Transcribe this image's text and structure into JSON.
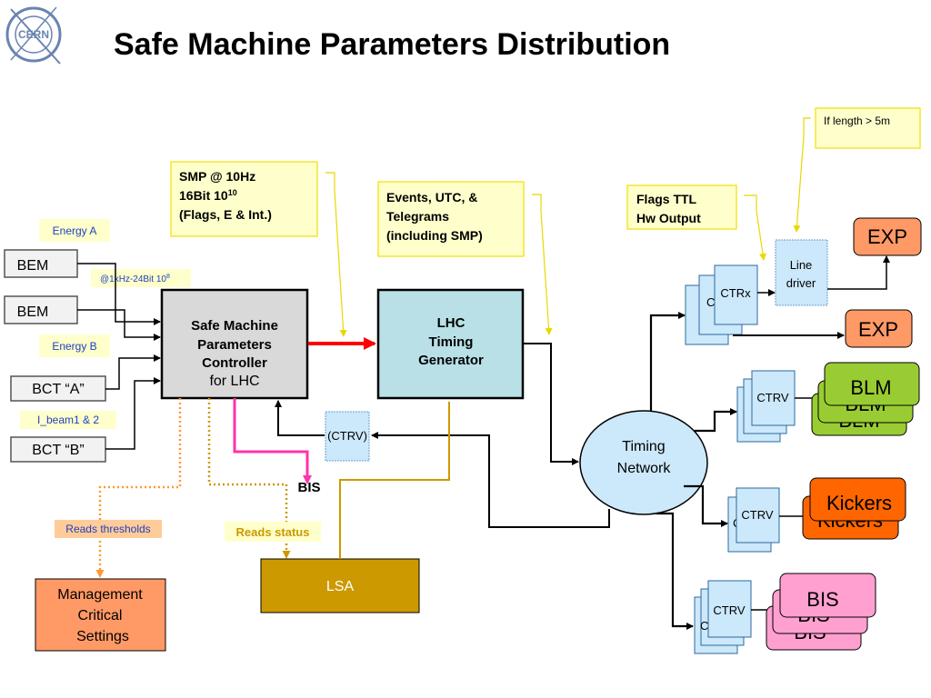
{
  "title": "Safe Machine Parameters Distribution",
  "logo": "CERN",
  "inputs": {
    "energy_a": "Energy A",
    "energy_b": "Energy B",
    "bem1": "BEM",
    "bem2": "BEM",
    "bem_rate": "@1kHz-24Bit 10",
    "bem_rate_exp": "8",
    "bct_a": "BCT “A”",
    "bct_b": "BCT “B”",
    "ibeam": "I_beam1   & 2"
  },
  "smpc": {
    "line1": "Safe Machine",
    "line2": "Parameters",
    "line3": "Controller",
    "line4": "for LHC"
  },
  "smp_note": {
    "line1": "SMP @ 10Hz",
    "line2": "16Bit 10",
    "line2_exp": "10",
    "line3": "(Flags, E & Int.)"
  },
  "events_note": {
    "line1": "Events, UTC, &",
    "line2": "Telegrams",
    "line3": "(including SMP)"
  },
  "flags_note": {
    "line1": "Flags TTL",
    "line2": "Hw Output"
  },
  "length_note": "If length > 5m",
  "ltg": {
    "line1": "LHC",
    "line2": "Timing",
    "line3": "Generator"
  },
  "timing_network": {
    "line1": "Timing",
    "line2": "Network"
  },
  "ctrv_mid": "(CTRV)",
  "bis_label": "BIS",
  "lsa": "LSA",
  "reads_thresholds": "Reads thresholds",
  "reads_status": "Reads status",
  "mcs": {
    "line1": "Management",
    "line2": "Critical",
    "line3": "Settings"
  },
  "line_driver": {
    "line1": "Line",
    "line2": "driver"
  },
  "receivers": {
    "ctrx": "CTRx",
    "ctrv": "CTRV",
    "ghost_c": "C"
  },
  "outputs": {
    "exp1": "EXP",
    "exp2": "EXP",
    "blm": "BLM",
    "kickers": "Kickers",
    "bis": "BIS"
  },
  "colors": {
    "smpc_fill": "#d9d9d9",
    "ltg_fill": "#b8e0e6",
    "note_fill": "#ffffcc",
    "note_border": "#f0e000",
    "ctr_fill": "#cce8fb",
    "exp_fill": "#ff9966",
    "blm_fill": "#99cc33",
    "kickers_fill": "#ff6600",
    "bis_fill": "#ffa0d0",
    "lsa_fill": "#cc9900",
    "mcs_fill": "#ff9966",
    "red_arrow": "#ff0000",
    "pink_arrow": "#ff33aa",
    "orange_dotted": "#ff9933",
    "gold_dotted": "#cc9900",
    "gold_line": "#cc9900"
  }
}
